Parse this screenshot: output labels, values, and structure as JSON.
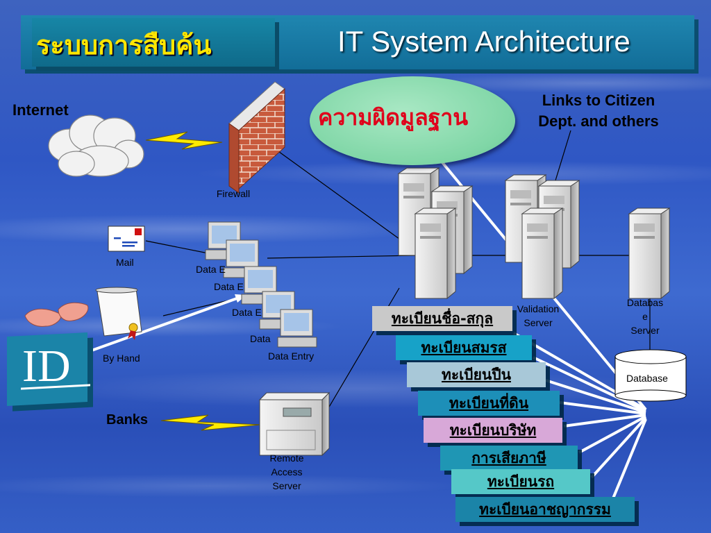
{
  "title": {
    "thai": "ระบบการสืบค้น",
    "english": "IT System Architecture"
  },
  "labels": {
    "internet": "Internet",
    "firewall": "Firewall",
    "links": [
      "Links to Citizen",
      "Dept. and others"
    ],
    "mail": "Mail",
    "by_hand": "By Hand",
    "id": "ID",
    "banks": "Banks",
    "data_entry": [
      "Data E",
      "Data E",
      "Data E",
      "Data",
      "Data Entry"
    ],
    "remote_access": [
      "Remote",
      "Access",
      "Server"
    ],
    "validation": [
      "Validation",
      "Server"
    ],
    "database_server": [
      "Databas",
      "e",
      "Server"
    ],
    "database": "Database"
  },
  "hub": {
    "text": "ความผิดมูลฐาน"
  },
  "categories": [
    {
      "label": "ทะเบียนชื่อ-สกุล",
      "color": "#c9c9c9"
    },
    {
      "label": "ทะเบียนสมรส",
      "color": "#17a2c8"
    },
    {
      "label": "ทะเบียนปืน",
      "color": "#a8c8d8"
    },
    {
      "label": "ทะเบียนที่ดิน",
      "color": "#1d8fb8"
    },
    {
      "label": "ทะเบียนบริษัท",
      "color": "#d8a8d8"
    },
    {
      "label": "การเสียภาษี",
      "color": "#1f96b4"
    },
    {
      "label": "ทะเบียนรถ",
      "color": "#55c8c8"
    },
    {
      "label": "ทะเบียนอาชญากรรม",
      "color": "#1b84a8"
    }
  ],
  "colors": {
    "hub_text": "#e0001b",
    "title_thai": "#ffe600"
  }
}
